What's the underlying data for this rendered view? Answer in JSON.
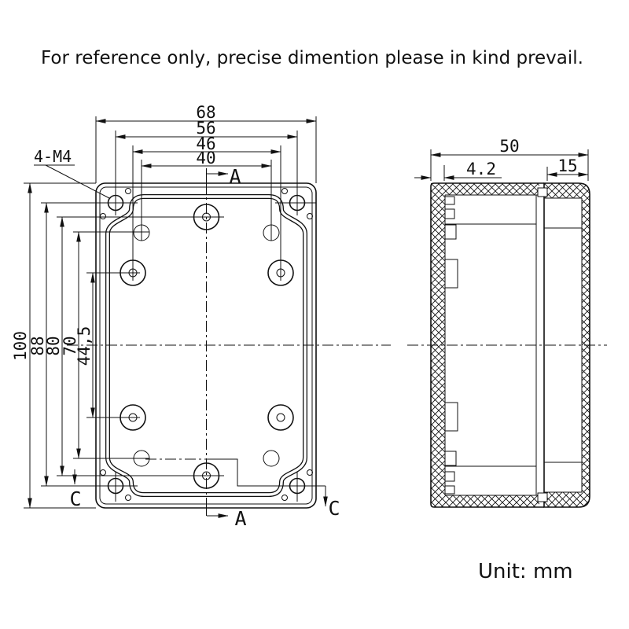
{
  "title": "For reference only, precise dimention please in kind prevail.",
  "unit_label": "Unit: mm",
  "front_view": {
    "thread_label": "4-M4",
    "section_a_label": "A",
    "section_c_label": "C",
    "dims": {
      "width_outer": "68",
      "width_screw_centers": "56",
      "width_boss_centers": "46",
      "width_inner_bosses": "40",
      "height_outer": "100",
      "height_screw_centers": "88",
      "height_center_bosses": "80",
      "height_inner_bosses": "70",
      "height_side_bosses": "44,5"
    }
  },
  "side_view": {
    "dims": {
      "depth_overall": "50",
      "wall_thickness": "4.2",
      "lid_depth": "15"
    }
  }
}
